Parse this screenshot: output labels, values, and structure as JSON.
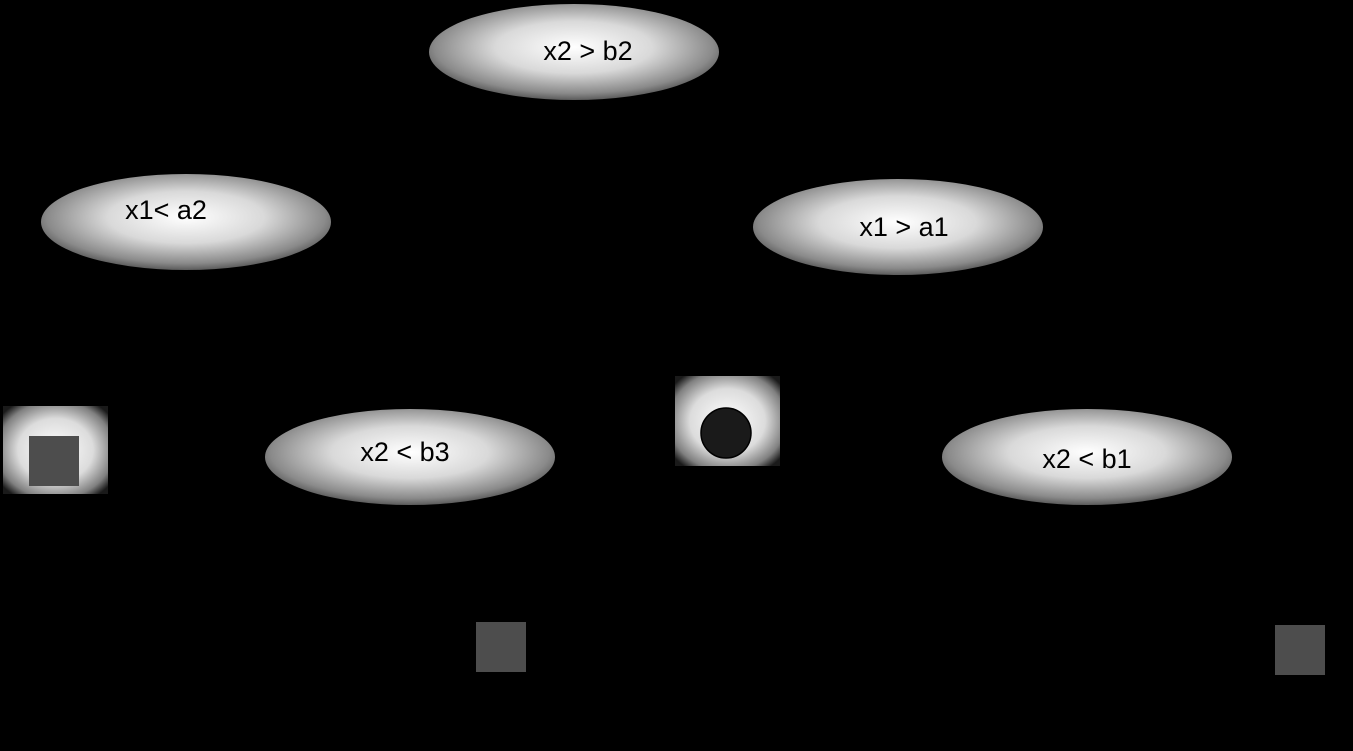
{
  "diagram": {
    "background": "#000000",
    "nodes": [
      {
        "id": "root",
        "label": "x2 > b2"
      },
      {
        "id": "left",
        "label": "x1< a2"
      },
      {
        "id": "right",
        "label": "x1 > a1"
      },
      {
        "id": "left-right",
        "label": "x2 < b3"
      },
      {
        "id": "right-right",
        "label": "x2 < b1"
      }
    ],
    "leaves": [
      {
        "id": "leaf-square-left",
        "shape": "square",
        "color": "#4d4d4d"
      },
      {
        "id": "leaf-circle",
        "shape": "circle",
        "color": "#1a1a1a"
      },
      {
        "id": "leaf-square-middle",
        "shape": "square",
        "color": "#4d4d4d"
      },
      {
        "id": "leaf-square-right",
        "shape": "square",
        "color": "#4d4d4d"
      }
    ]
  }
}
